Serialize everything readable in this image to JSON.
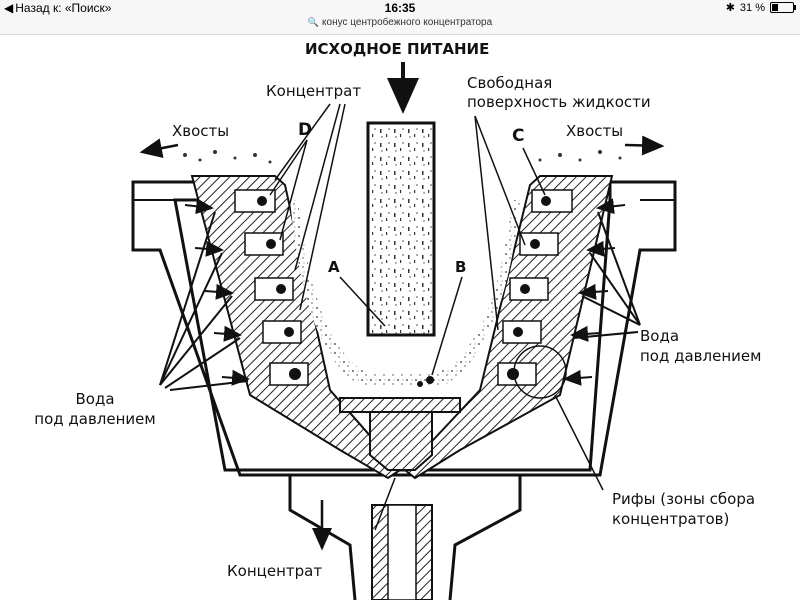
{
  "status_bar": {
    "back_label": "Назад к: «Поиск»",
    "time": "16:35",
    "battery": "31 %",
    "battery_fraction": 0.31,
    "url_title": "конус центробежного концентратора"
  },
  "diagram": {
    "labels": {
      "feed": "ИСХОДНОЕ ПИТАНИЕ",
      "concentrate_top": "Концентрат",
      "free_surface": "Свободная\nповерхность жидкости",
      "tails_left": "Хвосты",
      "tails_right": "Хвосты",
      "d": "D",
      "c": "C",
      "a": "A",
      "b": "B",
      "water_left": "Вода\nпод давлением",
      "water_right": "Вода\nпод давлением",
      "riffles": "Рифы (зоны сбора\nконцентратов)",
      "concentrate_bottom": "Концентрат"
    }
  }
}
